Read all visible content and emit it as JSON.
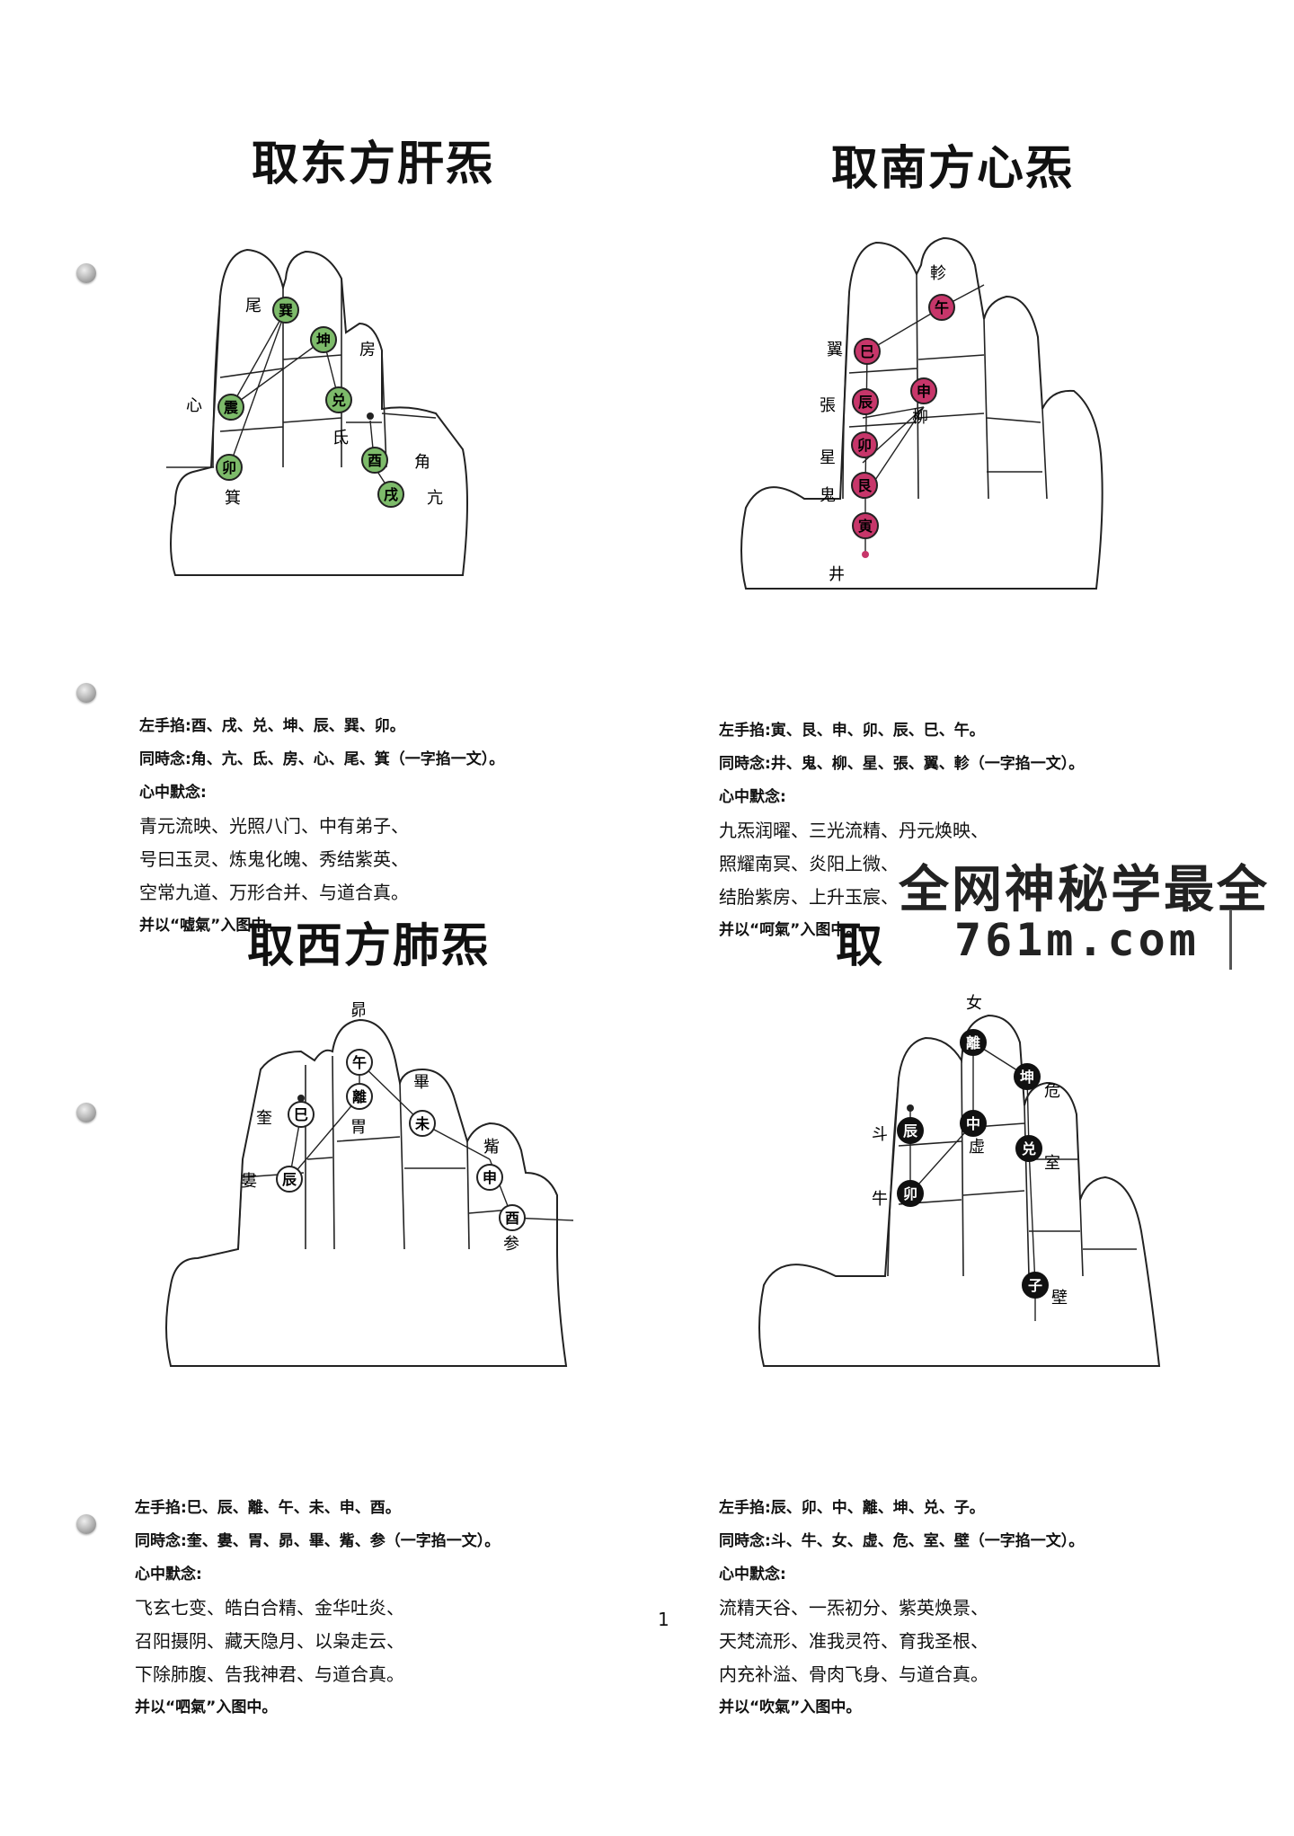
{
  "page_number": "1",
  "watermark": {
    "line1": "全网神秘学最全",
    "line2": "761m.com"
  },
  "colors": {
    "east": "#7dbb6a",
    "south": "#c7366a",
    "west": "#ffffff",
    "north": "#111111"
  },
  "panels": {
    "east": {
      "title": "取东方肝炁",
      "branches": [
        "巽",
        "震",
        "坤",
        "兑",
        "酉",
        "戌",
        "卯"
      ],
      "stars": [
        "尾",
        "房",
        "心",
        "氐",
        "角",
        "亢",
        "箕"
      ],
      "l1": "左手掐:酉、戌、兑、坤、辰、巽、卯。",
      "l2": "同時念:角、亢、氐、房、心、尾、箕（一字掐一文）。",
      "l3": "心中默念:",
      "v1": "青元流映、光照八门、中有弟子、",
      "v2": "号曰玉灵、炼鬼化魄、秀结紫英、",
      "v3": "空常九道、万形合并、与道合真。",
      "l4": "并以“嘘氣”入图中。"
    },
    "south": {
      "title": "取南方心炁",
      "branches": [
        "午",
        "巳",
        "辰",
        "卯",
        "艮",
        "寅",
        "申"
      ],
      "stars": [
        "軫",
        "翼",
        "張",
        "星",
        "鬼",
        "井",
        "柳"
      ],
      "l1": "左手掐:寅、艮、申、卯、辰、巳、午。",
      "l2": "同時念:井、鬼、柳、星、張、翼、軫（一字掐一文）。",
      "l3": "心中默念:",
      "v1": "九炁润曜、三光流精、丹元焕映、",
      "v2": "照耀南冥、炎阳上微、赤霞氤氲、",
      "v3": "结胎紫房、上升玉宸、与道合真。",
      "l4": "并以“呵氣”入图中。"
    },
    "west": {
      "title": "取西方肺炁",
      "branches": [
        "午",
        "巳",
        "離",
        "未",
        "辰",
        "申",
        "酉"
      ],
      "stars": [
        "昴",
        "畢",
        "奎",
        "胃",
        "婁",
        "觜",
        "参"
      ],
      "l1": "左手掐:巳、辰、離、午、未、申、酉。",
      "l2": "同時念:奎、婁、胃、昴、畢、觜、参（一字掐一文）。",
      "l3": "心中默念:",
      "v1": "飞玄七变、皓白合精、金华吐炎、",
      "v2": "召阳摄阴、藏天隐月、以枭走云、",
      "v3": "下除肺腹、告我神君、与道合真。",
      "l4": "并以“呬氣”入图中。"
    },
    "north": {
      "title": "取",
      "branches": [
        "離",
        "坤",
        "辰",
        "中",
        "兑",
        "卯",
        "子"
      ],
      "stars": [
        "女",
        "危",
        "斗",
        "虚",
        "室",
        "牛",
        "壁"
      ],
      "l1": "左手掐:辰、卯、中、離、坤、兑、子。",
      "l2": "同時念:斗、牛、女、虚、危、室、壁（一字掐一文）。",
      "l3": "心中默念:",
      "v1": "流精天谷、一炁初分、紫英焕景、",
      "v2": "天梵流形、准我灵符、育我圣根、",
      "v3": "内充补溢、骨肉飞身、与道合真。",
      "l4": "并以“吹氣”入图中。"
    }
  }
}
